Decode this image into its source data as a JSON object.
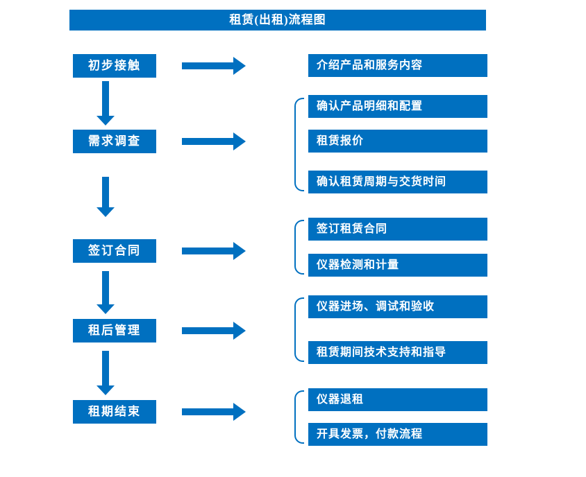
{
  "title": "租赁(出租)流程图",
  "colors": {
    "primary": "#0070C0",
    "box_text": "#FFFFFF",
    "background": "#FFFFFF"
  },
  "stages": [
    {
      "label": "初步接触",
      "items": [
        "介绍产品和服务内容"
      ]
    },
    {
      "label": "需求调查",
      "items": [
        "确认产品明细和配置",
        "租赁报价",
        "确认租赁周期与交货时间"
      ]
    },
    {
      "label": "签订合同",
      "items": [
        "签订租赁合同",
        "仪器检测和计量"
      ]
    },
    {
      "label": "租后管理",
      "items": [
        "仪器进场、调试和验收",
        "租赁期间技术支持和指导"
      ]
    },
    {
      "label": "租期结束",
      "items": [
        "仪器退租",
        "开具发票，付款流程"
      ]
    }
  ]
}
